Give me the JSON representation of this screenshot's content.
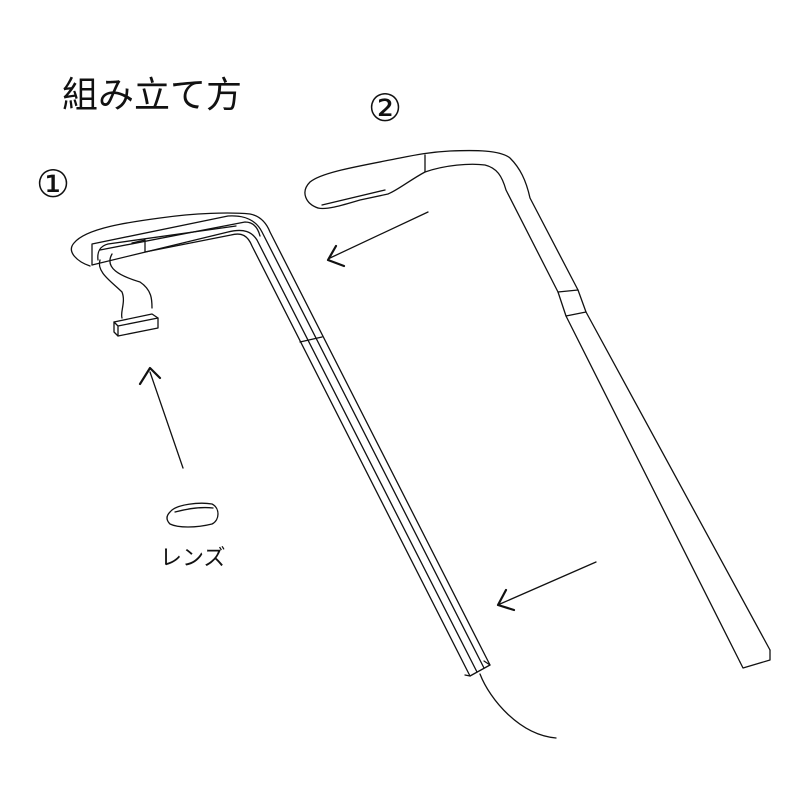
{
  "title": "組み立て方",
  "steps": [
    {
      "number": "①"
    },
    {
      "number": "②"
    }
  ],
  "parts": {
    "lens_label": "レンズ"
  },
  "colors": {
    "line": "#111111",
    "background": "#ffffff"
  }
}
